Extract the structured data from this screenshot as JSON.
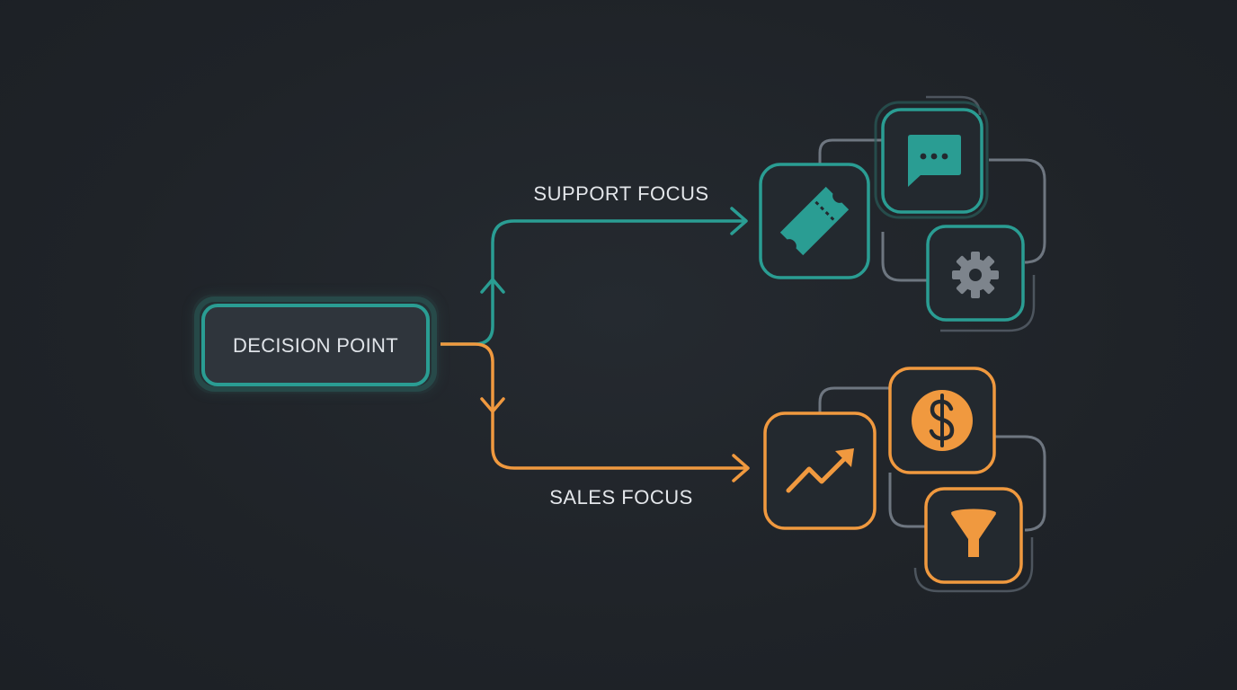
{
  "decision": {
    "label": "DECISION POINT"
  },
  "branches": {
    "support": {
      "label": "SUPPORT FOCUS",
      "icons": [
        "ticket-icon",
        "chat-icon",
        "gear-icon"
      ]
    },
    "sales": {
      "label": "SALES FOCUS",
      "icons": [
        "trend-up-icon",
        "dollar-icon",
        "funnel-icon"
      ]
    }
  },
  "colors": {
    "background": "#1f2328",
    "support": "#2a9d93",
    "sales": "#f0993f",
    "connector": "#6e7680",
    "neutral_icon": "#7d848c"
  }
}
